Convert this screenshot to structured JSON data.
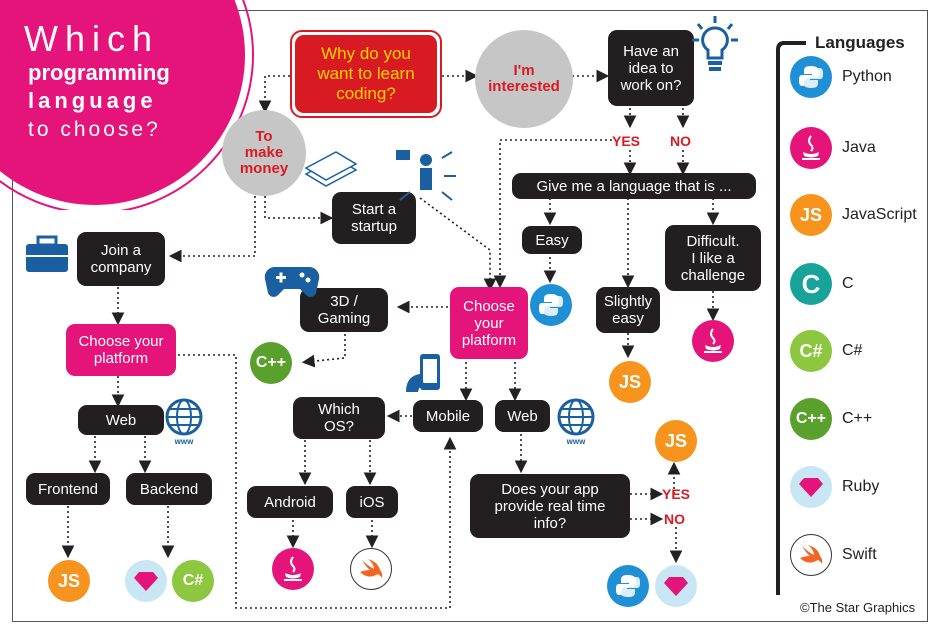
{
  "title": {
    "line1": "Which",
    "line2": "programming",
    "line3": "language",
    "line4": "to choose?"
  },
  "start": "Why do you\nwant to learn\ncoding?",
  "interested": "I'm\ninterested",
  "money": "To\nmake\nmoney",
  "idea": "Have an\nidea to\nwork on?",
  "yes": "YES",
  "no": "NO",
  "give": "Give me a language that is ...",
  "easy": "Easy",
  "slightly": "Slightly\neasy",
  "difficult": "Difficult.\nI like a\nchallenge",
  "startup": "Start a\nstartup",
  "join": "Join a\ncompany",
  "choose_right": "Choose\nyour\nplatform",
  "choose_left": "Choose your\nplatform",
  "gaming": "3D /\nGaming",
  "mobile": "Mobile",
  "web_right": "Web",
  "web_left": "Web",
  "which_os": "Which\nOS?",
  "android": "Android",
  "ios": "iOS",
  "frontend": "Frontend",
  "backend": "Backend",
  "realtime": "Does your app\nprovide real time\ninfo?",
  "yes2": "YES",
  "no2": "NO",
  "www": "www",
  "legend": {
    "title": "Languages",
    "items": [
      {
        "name": "Python",
        "icon": "python-icon",
        "color": "#1f8fd6"
      },
      {
        "name": "Java",
        "icon": "java-icon",
        "color": "#e4147a"
      },
      {
        "name": "JavaScript",
        "icon": "js-icon",
        "color": "#f7941d"
      },
      {
        "name": "C",
        "icon": "c-icon",
        "color": "#17a39a"
      },
      {
        "name": "C#",
        "icon": "csharp-icon",
        "color": "#8dc63f"
      },
      {
        "name": "C++",
        "icon": "cpp-icon",
        "color": "#5aa02c"
      },
      {
        "name": "Ruby",
        "icon": "ruby-icon",
        "color": "#e4147a"
      },
      {
        "name": "Swift",
        "icon": "swift-icon",
        "color": "#f26522"
      }
    ]
  },
  "icon_text": {
    "js": "JS",
    "c": "C",
    "csharp": "C#",
    "cpp": "C++"
  },
  "credit": "©The Star Graphics",
  "colors": {
    "pink": "#e4147a",
    "dark": "#231f20",
    "red": "#d81b23"
  }
}
